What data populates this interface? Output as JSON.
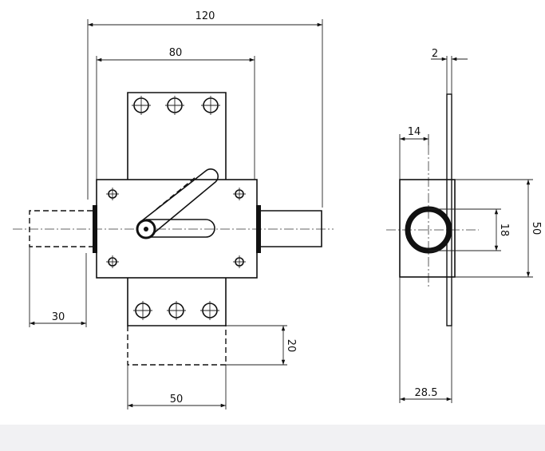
{
  "diagram": {
    "front_view": {
      "dimensions": {
        "overall_width": "120",
        "body_width": "80",
        "bolt_projection": "30",
        "strike_height": "20",
        "strike_width": "50"
      }
    },
    "side_view": {
      "dimensions": {
        "plate_thickness": "2",
        "offset": "14",
        "bore_diameter": "18",
        "body_height": "50",
        "body_depth": "28.5"
      }
    }
  }
}
